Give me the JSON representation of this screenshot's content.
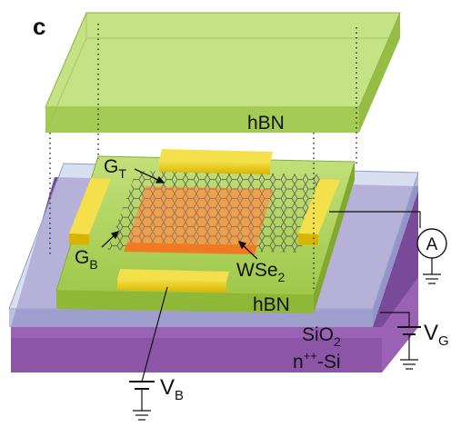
{
  "panel_label": "c",
  "labels": {
    "top_hbn": "hBN",
    "bottom_hbn": "hBN",
    "gate_top": "G",
    "gate_top_sub": "T",
    "gate_bottom": "G",
    "gate_bottom_sub": "B",
    "wse2": "WSe",
    "wse2_sub": "2",
    "sio2": "SiO",
    "sio2_sub": "2",
    "si": "n",
    "si_sup": "++",
    "si_suffix": "-Si",
    "vg": "V",
    "vg_sub": "G",
    "vb": "V",
    "vb_sub": "B",
    "ammeter": "A"
  },
  "colors": {
    "hbn_green": "#a6cf52",
    "gold": "#e8c814",
    "wse2_orange": "#f39a4c",
    "sio2_blue": "#c9d4ec",
    "si_purple": "#8a52a8"
  }
}
